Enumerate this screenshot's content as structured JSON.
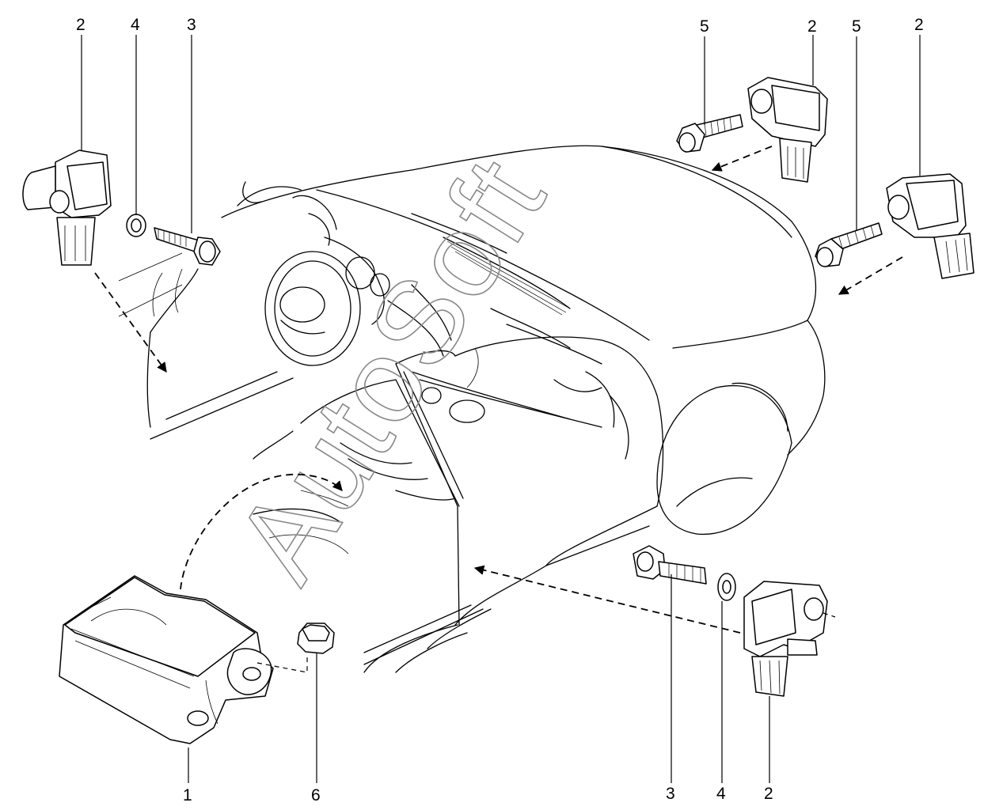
{
  "watermark": "AutoSoft",
  "callouts": {
    "c1": "1",
    "c2_topleft": "2",
    "c3_topleft": "3",
    "c4_topleft": "4",
    "c5_a": "5",
    "c2_a": "2",
    "c5_b": "5",
    "c2_b": "2",
    "c6": "6",
    "c3_bottom": "3",
    "c4_bottom": "4",
    "c2_bottom": "2"
  }
}
